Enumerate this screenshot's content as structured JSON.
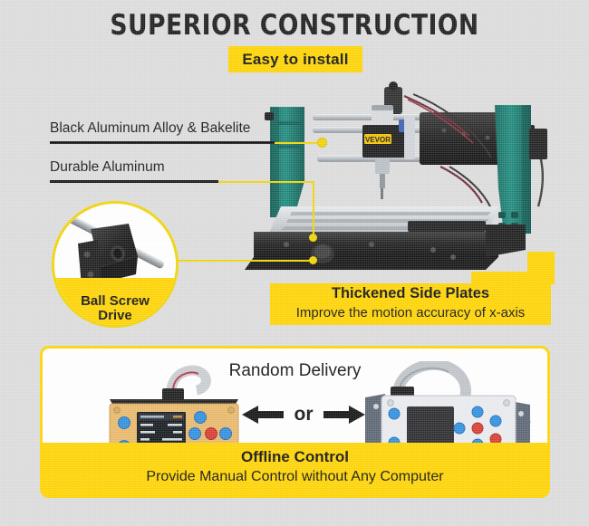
{
  "theme": {
    "background": "#dcdcdc",
    "accent_yellow": "#FFD400",
    "lead_yellow": "#F2D400",
    "text_dark": "#141414",
    "machine_teal": "#1e8175",
    "machine_black": "#242424",
    "rail_silver": "#c9cdd2"
  },
  "header": {
    "title": "SUPERIOR CONSTRUCTION",
    "badge_label": "Easy to install"
  },
  "callouts": [
    {
      "id": "black-aluminum-alloy-bakelite",
      "label": "Black Aluminum Alloy & Bakelite"
    },
    {
      "id": "durable-aluminum",
      "label": "Durable Aluminum"
    }
  ],
  "ball_screw": {
    "line1": "Ball Screw",
    "line2": "Drive",
    "caption": "Ball Screw Drive"
  },
  "side_plates": {
    "title": "Thickened Side Plates",
    "subtitle": "Improve the motion accuracy of x-axis"
  },
  "offline_control": {
    "random_delivery": "Random Delivery",
    "or_label": "or",
    "title": "Offline Control",
    "subtitle": "Provide Manual Control without Any Computer",
    "controllers": [
      {
        "id": "offline-controller-orange",
        "board_color": "#e8b86a",
        "screen_color": "#1b1b1b"
      },
      {
        "id": "offline-controller-white",
        "board_color": "#e9ebef",
        "screen_color": "#2a2a2e"
      }
    ]
  },
  "machine": {
    "brand_label": "VEVOR",
    "alt": "CNC router with teal side plates, black aluminum base and spindle gantry"
  },
  "icons": {
    "arrow_left": "arrow-left-icon",
    "arrow_right": "arrow-right-icon",
    "lead_dot": "lead-dot-icon"
  }
}
